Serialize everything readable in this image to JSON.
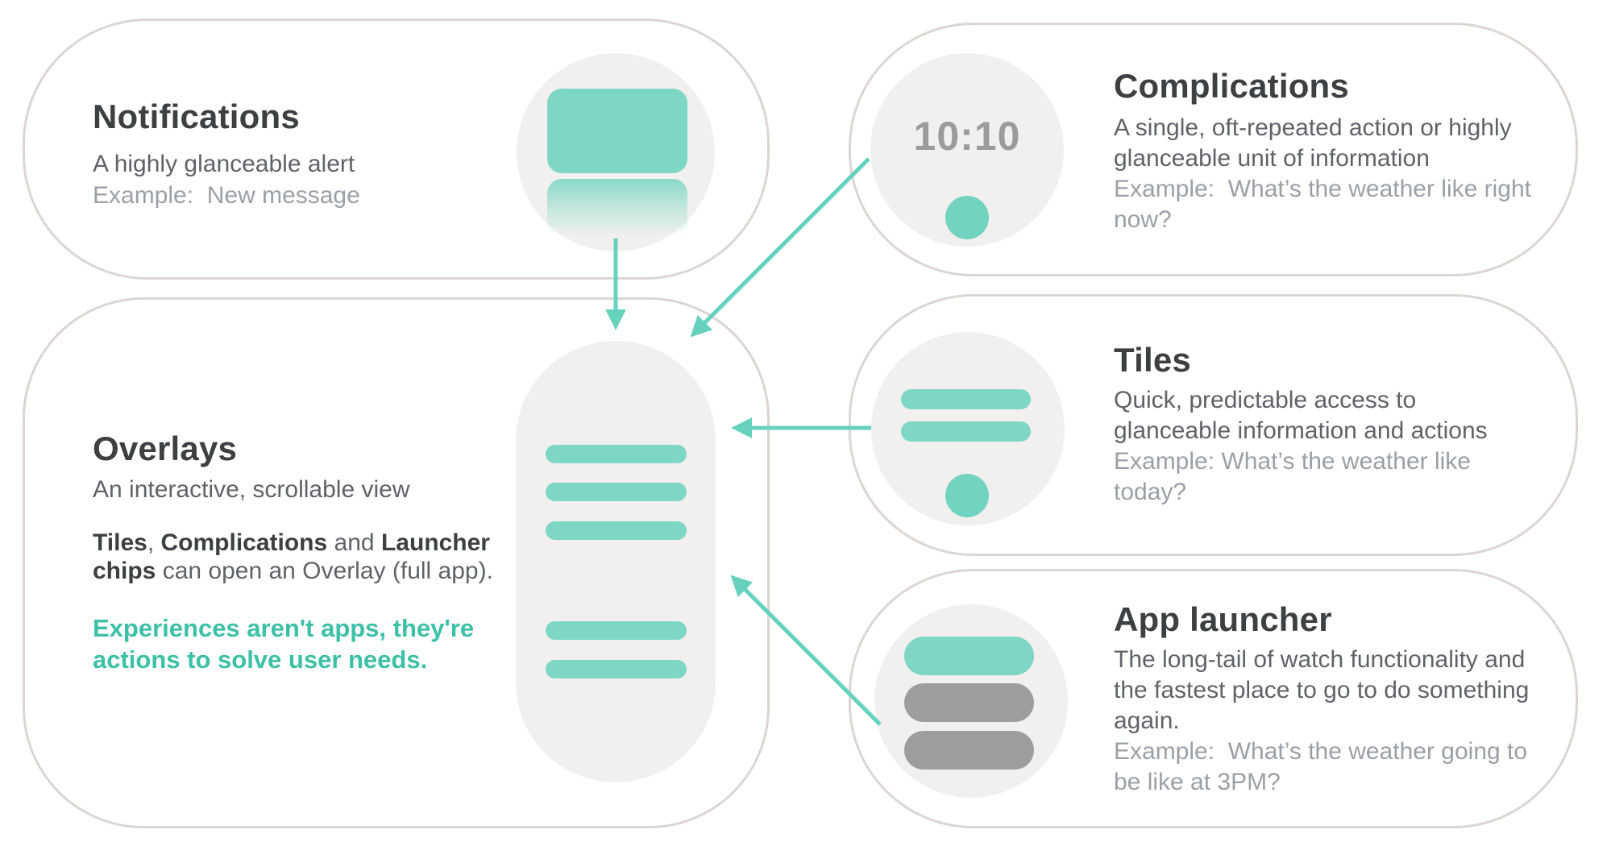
{
  "clock": {
    "time": "10:10"
  },
  "cards": {
    "notifications": {
      "title": "Notifications",
      "body": "A highly glanceable alert",
      "example": "Example:  New message"
    },
    "complications": {
      "title": "Complications",
      "body": [
        "A single, oft-repeated action or highly",
        "glanceable unit of information"
      ],
      "example": [
        "Example:  What’s the weather like right",
        "now?"
      ]
    },
    "tiles": {
      "title": "Tiles",
      "body": [
        "Quick, predictable access to",
        "glanceable information and actions"
      ],
      "example": [
        "Example: What’s the weather like",
        "today?"
      ]
    },
    "app_launcher": {
      "title": "App launcher",
      "body": [
        "The long-tail of watch functionality and",
        "the fastest place to go to do something",
        "again."
      ],
      "example": [
        "Example:  What’s the weather going to",
        "be like at 3PM?"
      ]
    },
    "overlays": {
      "title": "Overlays",
      "subtitle": "An interactive, scrollable view",
      "note_line1": {
        "b1": "Tiles",
        "r1": ", ",
        "b2": "Complications",
        "r2": " and ",
        "b3": "Launcher"
      },
      "note_line2": {
        "b1": "chips",
        "r1": " can open an Overlay (full app)."
      },
      "statement": [
        "Experiences aren't apps, they're",
        "actions to solve user needs."
      ]
    }
  },
  "colors": {
    "teal_shape": "#7ed7c4",
    "teal_arrow": "#66d1bc",
    "teal_text": "#3cc0a6",
    "gray_shape": "#9d9d9d",
    "card_border": "#dcd5d1",
    "watch_fill": "#f1f0ee",
    "title_text": "#3c4043",
    "body_text": "#5f6368",
    "example_text": "#9aa0a6",
    "clock_text": "#9b9b9b"
  }
}
